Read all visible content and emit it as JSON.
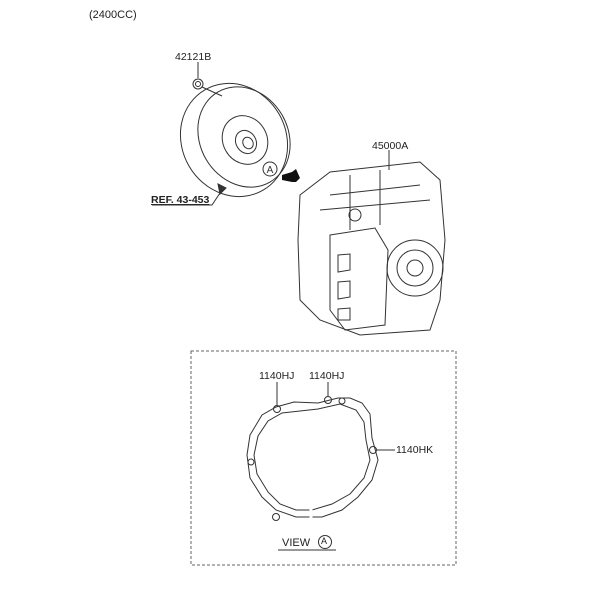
{
  "header": {
    "engine_spec": "(2400CC)"
  },
  "parts": [
    {
      "id": "bolt",
      "part_no": "42121B"
    },
    {
      "id": "torque-converter-ref",
      "part_no": "REF. 43-453"
    },
    {
      "id": "transaxle",
      "part_no": "45000A"
    }
  ],
  "view_marker": "A",
  "view_a": {
    "title": "VIEW",
    "marker": "A",
    "callouts": [
      {
        "part_no": "1140HJ"
      },
      {
        "part_no": "1140HJ"
      },
      {
        "part_no": "1140HK"
      }
    ]
  },
  "colors": {
    "line": "#333333",
    "background": "#ffffff"
  }
}
